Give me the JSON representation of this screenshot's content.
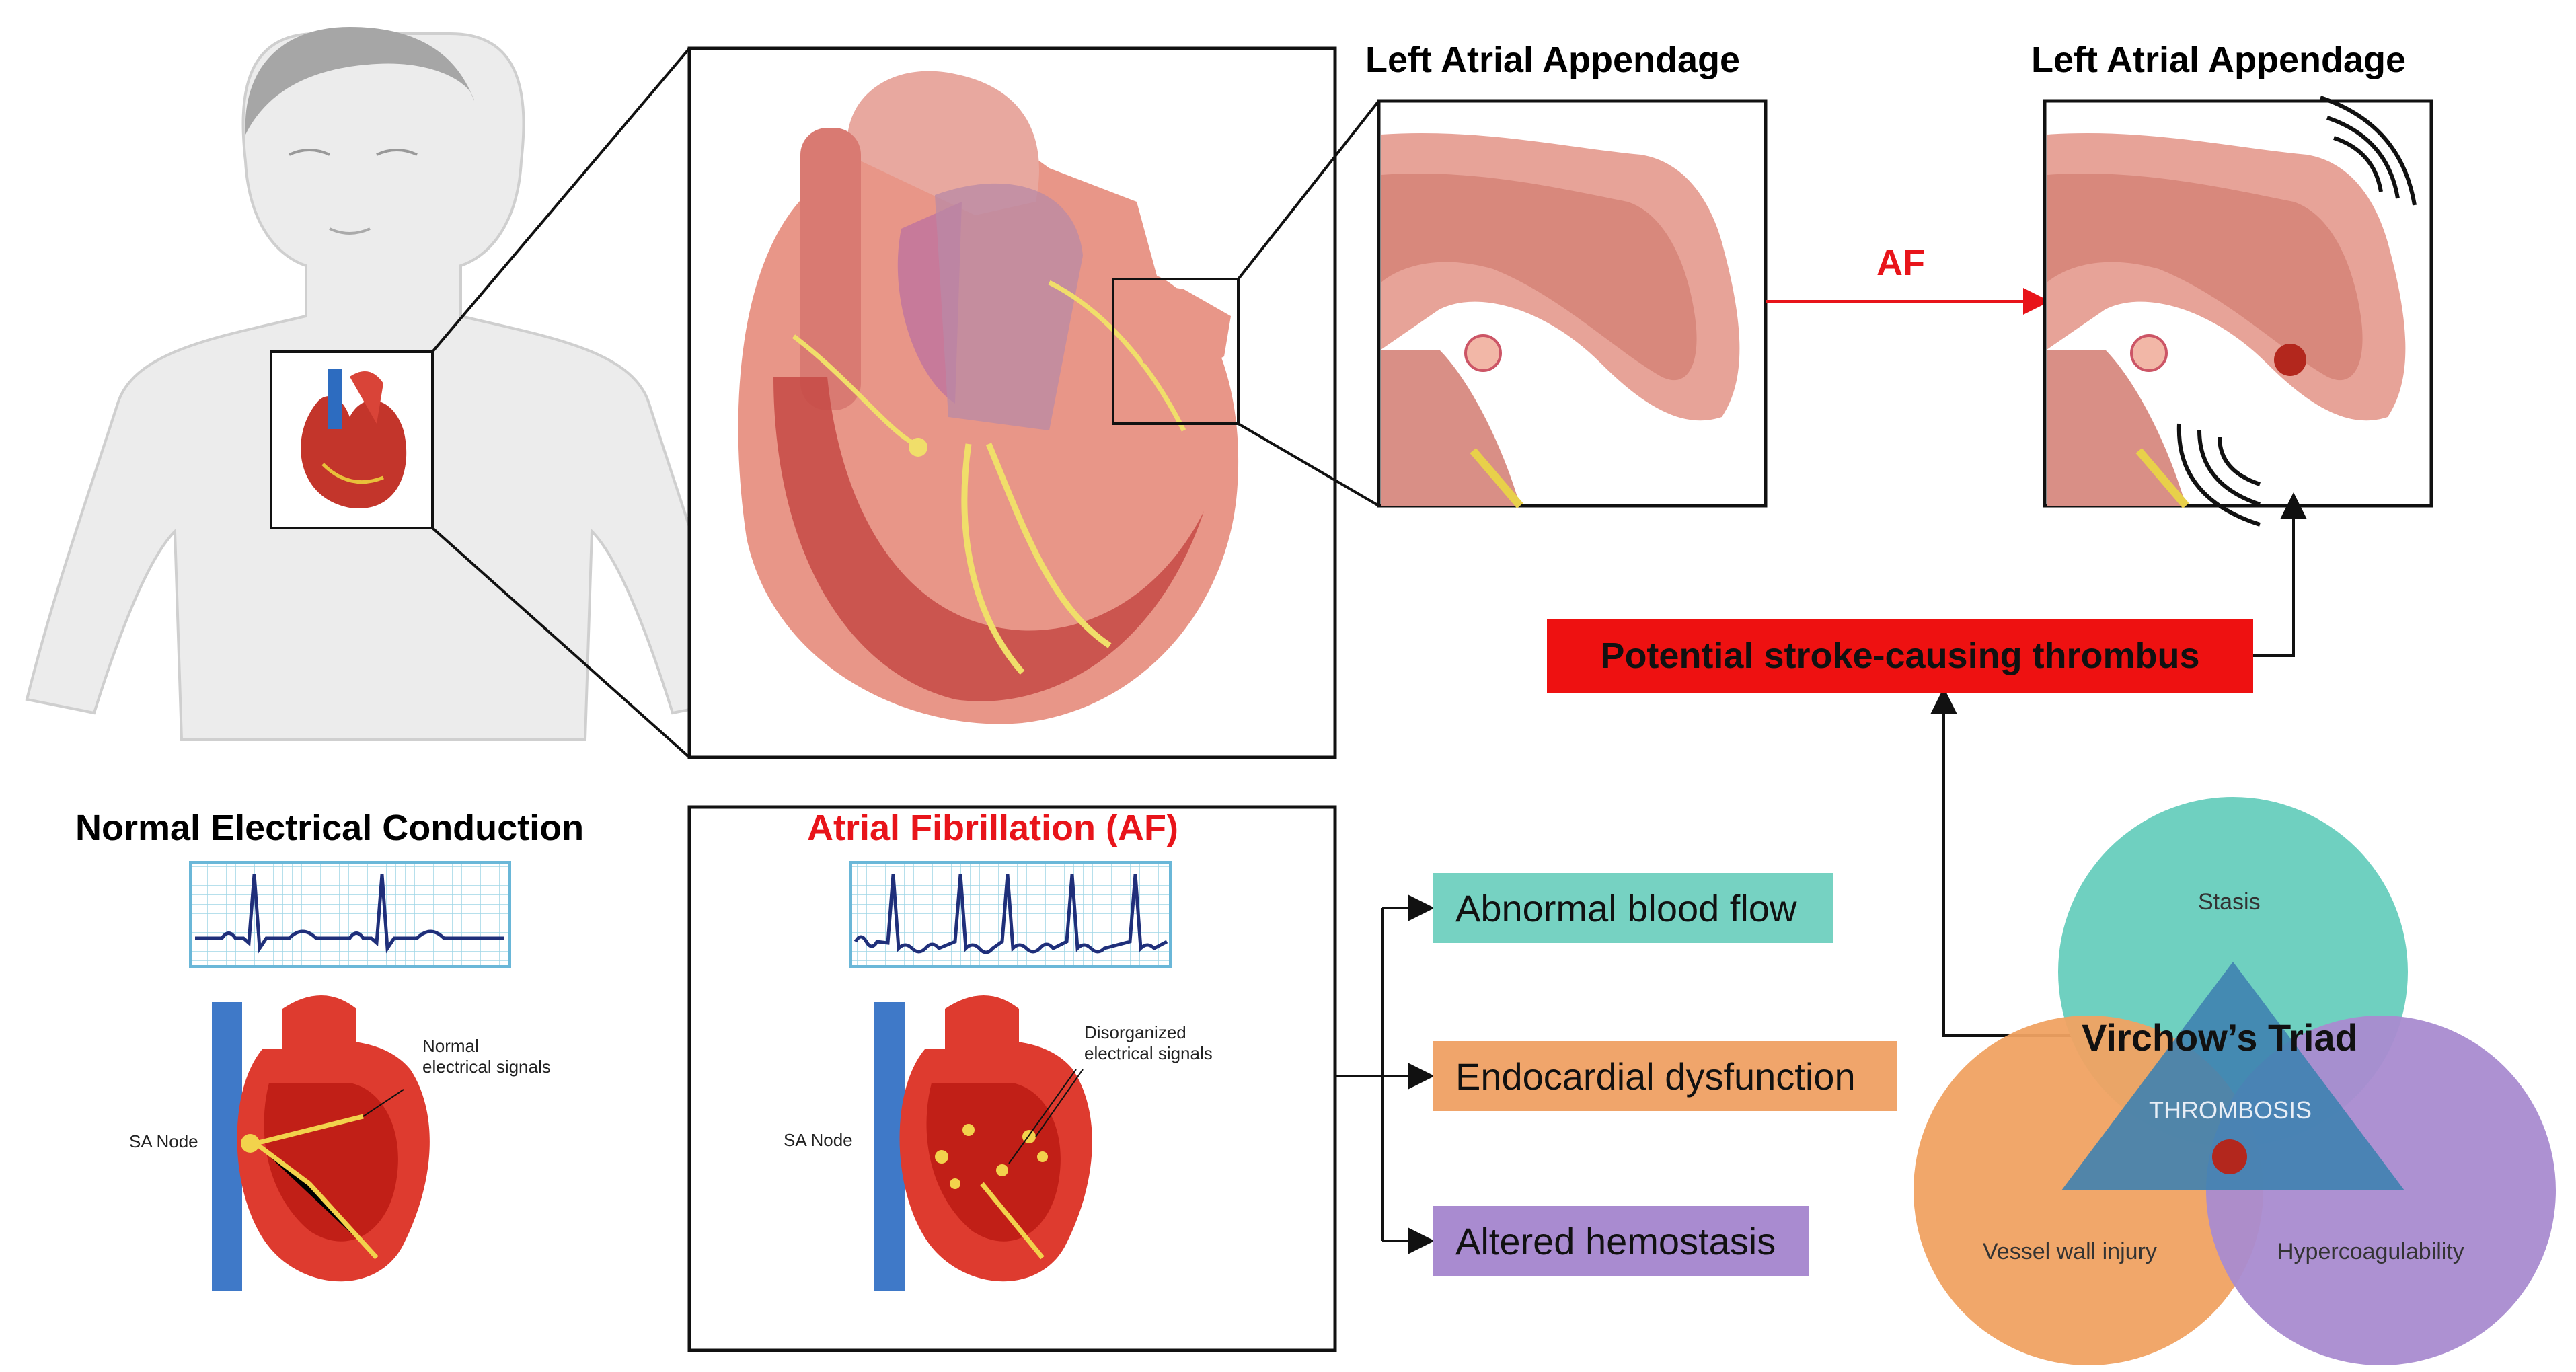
{
  "titles": {
    "laa_left": "Left Atrial Appendage",
    "laa_right": "Left Atrial Appendage",
    "af_arrow": "AF",
    "normal": "Normal Electrical Conduction",
    "af": "Atrial Fibrillation (AF)"
  },
  "thrombus_label": "Potential stroke-causing thrombus",
  "factors": [
    "Abnormal blood flow",
    "Endocardial dysfunction",
    "Altered hemostasis"
  ],
  "normal_heart": {
    "sa_node": "SA Node",
    "signals": "Normal\nelectrical signals"
  },
  "af_heart": {
    "sa_node": "SA Node",
    "signals": "Disorganized\nelectrical signals"
  },
  "virchow": {
    "title": "Virchow’s Triad",
    "center": "THROMBOSIS",
    "stasis": "Stasis",
    "vessel": "Vessel wall injury",
    "hyper": "Hypercoagulability"
  },
  "colors": {
    "stasis": "#6fd0c0",
    "vessel": "#f0a262",
    "hyper": "#a98bd0",
    "triangle": "#3f82b0",
    "thrombus_box": "#ee1111",
    "red_text": "#e8141a",
    "ecg_line": "#1f2f7a"
  },
  "icons": [
    "human-torso-icon",
    "heart-cross-section-icon",
    "ecg-strip-icon",
    "thrombus-icon",
    "signal-waves-icon"
  ]
}
